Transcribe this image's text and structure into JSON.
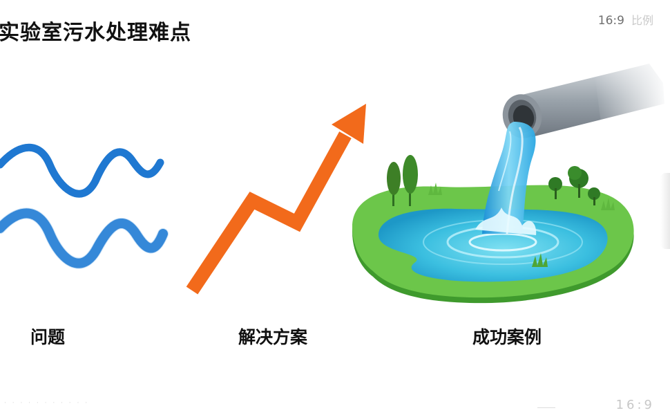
{
  "title": "实验室污水处理难点",
  "ratio_top": {
    "main": "16:9",
    "faded": "比例"
  },
  "ratio_bottom": "16:9",
  "sections": [
    {
      "label": "问题",
      "icon": "wave-icon"
    },
    {
      "label": "解决方案",
      "icon": "rising-arrow-icon"
    },
    {
      "label": "成功案例",
      "icon": "pipe-pond-icon"
    }
  ],
  "colors": {
    "wave": "#1f78d1",
    "arrow": "#f26a1b",
    "water": "#3bbfe0",
    "grass": "#57b83a",
    "pipe": "#9aa3ab"
  }
}
